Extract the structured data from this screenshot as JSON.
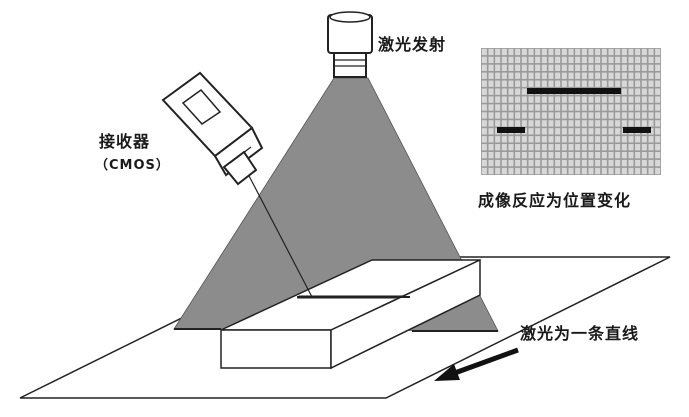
{
  "labels": {
    "laser_emitter": "激光发射",
    "receiver": "接收器",
    "receiver_sensor": "（CMOS）",
    "imaging_caption": "成像反应为位置变化",
    "laser_line": "激光为一条直线"
  },
  "colors": {
    "beam_fill": "#8c8c8c",
    "stroke": "#222222",
    "grid_fill": "#9a9a9a",
    "grid_line": "#d8d8d8",
    "background": "#ffffff"
  },
  "sensor_grid": {
    "cols": 27,
    "rows": 16
  }
}
